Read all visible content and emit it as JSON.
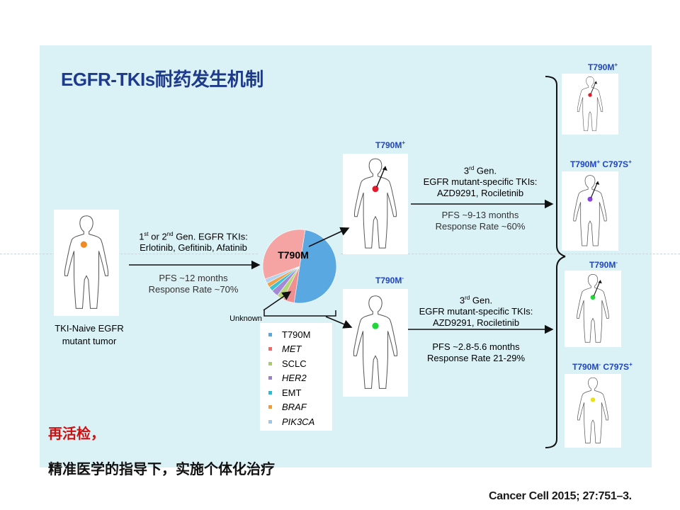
{
  "title": "EGFR-TKIs耐药发生机制",
  "naive_caption": "TKI-Naive EGFR\nmutant tumor",
  "first_gen": {
    "line1_a": "1",
    "line1_sup": "st",
    "line1_b": " or 2",
    "line1_sup2": "nd",
    "line1_c": " Gen. EGFR TKIs:",
    "line2": "Erlotinib, Gefitinib, Afatinib",
    "pfs": "PFS ~12 months",
    "rr": "Response Rate ~70%"
  },
  "pie": {
    "center_label": "T790M",
    "unknown_label": "Unknown",
    "slices": [
      {
        "name": "T790M",
        "value": 50,
        "color": "#5aa8e2"
      },
      {
        "name": "MET",
        "value": 5,
        "color": "#ef8f8f"
      },
      {
        "name": "SCLC",
        "value": 3,
        "color": "#b7d67a"
      },
      {
        "name": "HER2",
        "value": 3,
        "color": "#a48ad6"
      },
      {
        "name": "EMT",
        "value": 2,
        "color": "#38c3d6"
      },
      {
        "name": "BRAF",
        "value": 2,
        "color": "#f2a14b"
      },
      {
        "name": "PIK3CA",
        "value": 2,
        "color": "#b3d3ef"
      },
      {
        "name": "Unknown",
        "value": 33,
        "color": "#f6a3a3"
      }
    ]
  },
  "legend": [
    {
      "label": "T790M",
      "color": "#5aa8e2",
      "italic": false
    },
    {
      "label": "MET",
      "color": "#ef6b6b",
      "italic": true
    },
    {
      "label": "SCLC",
      "color": "#a8cf61",
      "italic": false
    },
    {
      "label": "HER2",
      "color": "#9b7fd0",
      "italic": true
    },
    {
      "label": "EMT",
      "color": "#28bdd3",
      "italic": false
    },
    {
      "label": "BRAF",
      "color": "#f29a3c",
      "italic": true
    },
    {
      "label": "PIK3CA",
      "color": "#9cc7ec",
      "italic": true
    }
  ],
  "mid_upper_tag": "T790M",
  "mid_upper_sign": "+",
  "mid_lower_tag": "T790M",
  "mid_lower_sign": "-",
  "third_gen_upper": {
    "l1": "3",
    "l1_sup": "rd",
    "l1_b": " Gen.",
    "l2": "EGFR mutant-specific  TKIs:",
    "l3": "AZD9291, Rociletinib",
    "pfs": "PFS ~9-13 months",
    "rr": "Response Rate ~60%"
  },
  "third_gen_lower": {
    "l1": "3",
    "l1_sup": "rd",
    "l1_b": " Gen.",
    "l2": "EGFR mutant-specific  TKIs:",
    "l3": "AZD9291, Rociletinib",
    "pfs": "PFS ~2.8-5.6 months",
    "rr": "Response Rate 21-29%"
  },
  "right_tags": {
    "r1": "T790M",
    "r1_sign": "+",
    "r2a": "T790M",
    "r2a_sign": "+",
    "r2b": " C797S",
    "r2b_sign": "+",
    "r3": "T790M",
    "r3_sign": "-",
    "r4a": "T790M",
    "r4a_sign": "-",
    "r4b": " C797S",
    "r4b_sign": "+"
  },
  "dot_colors": {
    "naive": "#f08a24",
    "upper": "#e21a2a",
    "lower": "#22d63a",
    "r1": "#e21a2a",
    "r2": "#8a3fe0",
    "r3": "#22d63a",
    "r4": "#e8e21a"
  },
  "bottom_red": "再活检，",
  "bottom_black": "精准医学的指导下，实施个体化治疗",
  "citation": "Cancer Cell 2015; 27:751–3."
}
